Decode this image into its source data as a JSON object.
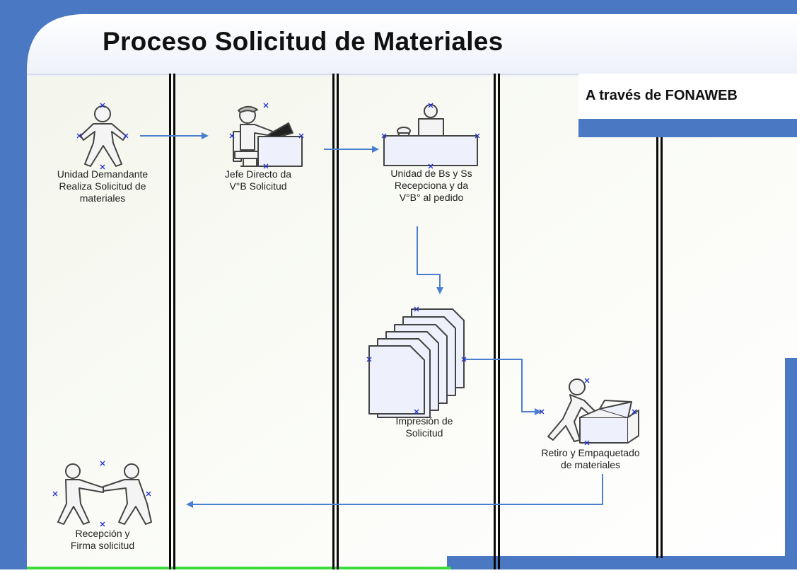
{
  "title": "Proceso Solicitud de Materiales",
  "subtitle": "A través de FONAWEB",
  "colors": {
    "frame_blue": "#4a78c2",
    "arrow_blue": "#4a7fd0",
    "lane_line": "#0a0a0a",
    "shape_fill": "#eef1fb",
    "figure_fill": "#f4f4f4",
    "figure_stroke": "#444444",
    "marker_blue": "#2030d0",
    "bottom_green": "#3ddc3d"
  },
  "steps": [
    {
      "id": "unidad-demandante",
      "icon": "person-standing-icon",
      "lines": [
        "Unidad Demandante",
        "Realiza Solicitud de",
        "materiales"
      ]
    },
    {
      "id": "jefe-directo",
      "icon": "person-at-desk-icon",
      "lines": [
        "Jefe Directo da",
        "V°B Solicitud"
      ]
    },
    {
      "id": "unidad-bs-ss",
      "icon": "receptionist-desk-icon",
      "lines": [
        "Unidad de Bs y Ss",
        "Recepciona y da",
        "V°B° al pedido"
      ]
    },
    {
      "id": "impresion",
      "icon": "document-stack-icon",
      "lines": [
        "Impresión de",
        "Solicitud"
      ]
    },
    {
      "id": "retiro",
      "icon": "person-packing-box-icon",
      "lines": [
        "Retiro y Empaquetado",
        "de materiales"
      ]
    },
    {
      "id": "recepcion",
      "icon": "people-handshake-icon",
      "lines": [
        "Recepción y",
        "Firma solicitud"
      ]
    }
  ]
}
